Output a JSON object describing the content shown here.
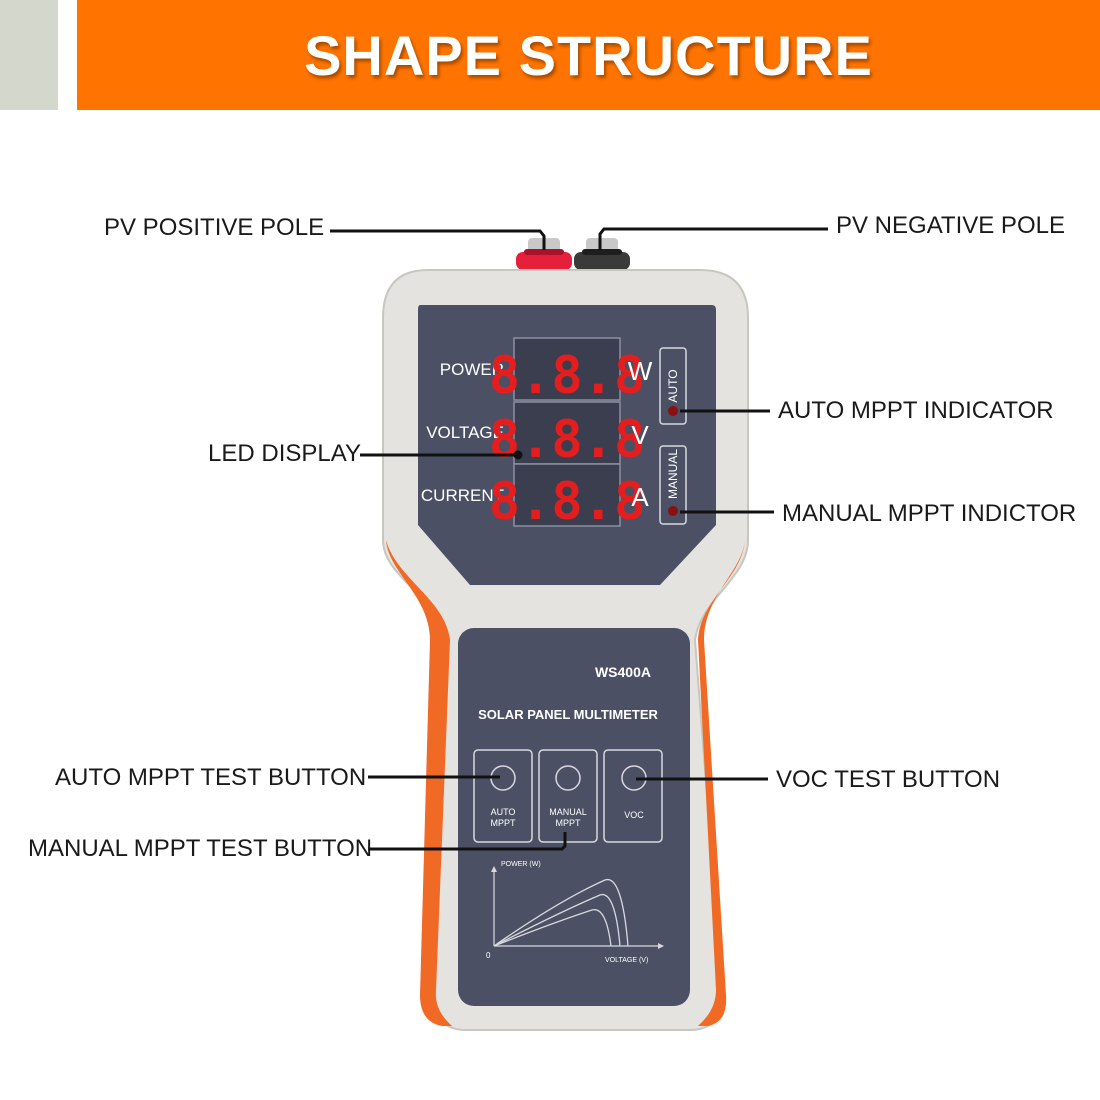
{
  "banner": {
    "title": "SHAPE STRUCTURE"
  },
  "callouts": {
    "pv_positive_pole": "PV POSITIVE POLE",
    "pv_negative_pole": "PV NEGATIVE POLE",
    "led_display": "LED DISPLAY",
    "auto_mppt_indicator": "AUTO MPPT INDICATOR",
    "manual_mppt_indicator": "MANUAL MPPT INDICTOR",
    "auto_mppt_test_button": "AUTO MPPT TEST BUTTON",
    "manual_mppt_test_button": "MANUAL MPPT TEST BUTTON",
    "voc_test_button": "VOC TEST BUTTON"
  },
  "device": {
    "readouts": [
      {
        "label": "POWER",
        "digits": "8.8.8",
        "unit": "W"
      },
      {
        "label": "VOLTAGE",
        "digits": "8.8.8",
        "unit": "V"
      },
      {
        "label": "CURRENT",
        "digits": "8.8.8",
        "unit": "A"
      }
    ],
    "auto_tag": "AUTO",
    "manual_tag": "MANUAL",
    "model": "WS400A",
    "product_name": "SOLAR PANEL MULTIMETER",
    "buttons": [
      {
        "line1": "AUTO",
        "line2": "MPPT"
      },
      {
        "line1": "MANUAL",
        "line2": "MPPT"
      },
      {
        "line1": "VOC",
        "line2": ""
      }
    ],
    "curve_plot": {
      "y_axis_label": "POWER (W)",
      "x_axis_label": "VOLTAGE (V)",
      "origin_label": "0"
    }
  },
  "colors": {
    "banner": "#ff7300",
    "device_body": "#e4e3df",
    "device_panel": "#4b5064",
    "led_red": "#e41e1e",
    "grip_orange": "#f06a26"
  }
}
